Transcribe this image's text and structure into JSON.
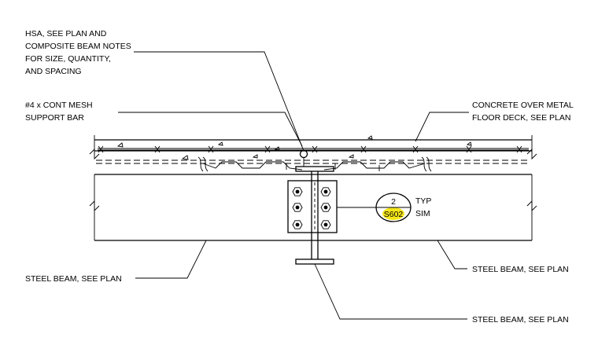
{
  "notes": {
    "hsa": [
      "HSA, SEE PLAN AND",
      "COMPOSITE BEAM NOTES",
      "FOR SIZE, QUANTITY,",
      "AND SPACING"
    ],
    "mesh": [
      "#4 x CONT MESH",
      "SUPPORT BAR"
    ],
    "concrete": [
      "CONCRETE OVER METAL",
      "FLOOR DECK, SEE PLAN"
    ],
    "steel_beam_left": "STEEL BEAM, SEE PLAN",
    "steel_beam_right": "STEEL BEAM, SEE PLAN",
    "steel_beam_bottom": "STEEL BEAM, SEE PLAN"
  },
  "detail_tag": {
    "number": "2",
    "sheet": "S602",
    "note_top": "TYP",
    "note_bottom": "SIM",
    "highlight_color": "#f5e61a"
  }
}
